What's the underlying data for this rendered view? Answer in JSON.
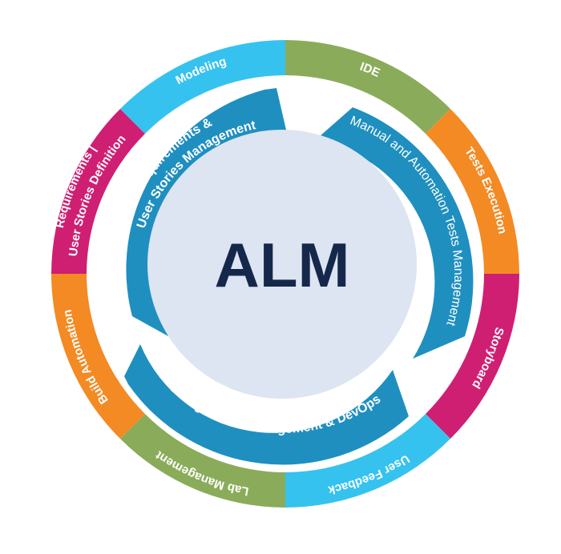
{
  "center": {
    "label": "ALM"
  },
  "outer_segments": [
    {
      "id": "ide",
      "label": "IDE",
      "color": "#8aac5a"
    },
    {
      "id": "tests-execution",
      "label": "Tests Execution",
      "color": "#f38a24"
    },
    {
      "id": "storyboard",
      "label": "Storyboard",
      "color": "#cf1f73"
    },
    {
      "id": "user-feedback",
      "label": "User Feedback",
      "color": "#36c2ef"
    },
    {
      "id": "lab-management",
      "label": "Lab Management",
      "color": "#8aac5a"
    },
    {
      "id": "build-automation",
      "label": "Build Automation",
      "color": "#f38a24"
    },
    {
      "id": "requirements-definition",
      "label_line1": "Requirements |",
      "label_line2": "User Stories Definition",
      "color": "#cf1f73"
    },
    {
      "id": "modeling",
      "label": "Modeling",
      "color": "#36c2ef"
    }
  ],
  "inner_arcs": {
    "requirements": {
      "line1": "Requirements &",
      "line2": "User Stories Management"
    },
    "tests": {
      "label": "Manual and Automation Tests Management"
    },
    "config": {
      "label": "Configuration Management & DevOps"
    }
  },
  "colors": {
    "inner_arc": "#1f8fc0",
    "center_fill": "#dce5f1",
    "center_text": "#15284b"
  }
}
